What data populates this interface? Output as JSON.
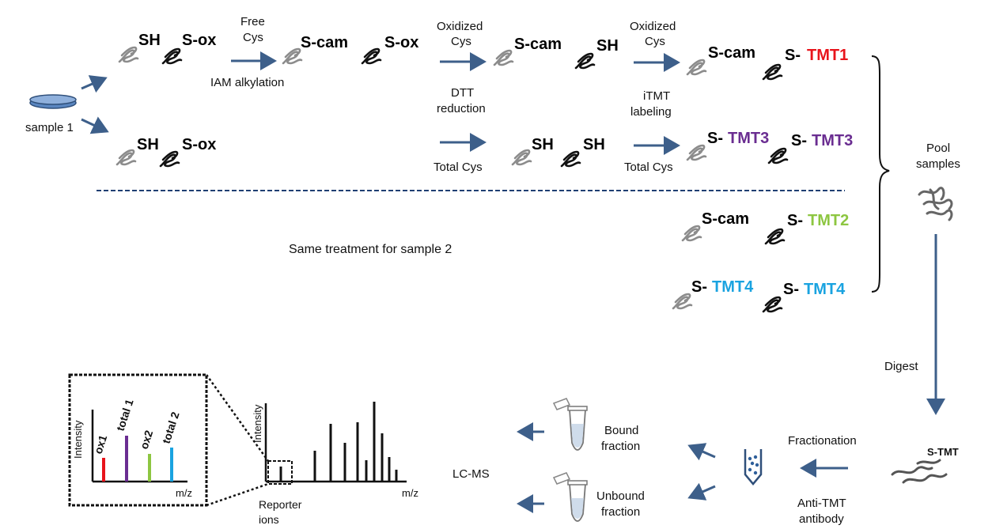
{
  "colors": {
    "arrow": "#3d5f8a",
    "peptide_gray": "#8c8c8c",
    "peptide_black": "#111111",
    "tmt1": "#e8141b",
    "tmt2": "#8dc641",
    "tmt3": "#6a2d91",
    "tmt4": "#1aa3e0",
    "dish": "#5a86c0"
  },
  "icons": [
    "dish-icon",
    "peptide-icon",
    "protein-cluster-icon",
    "column-icon",
    "tube-icon"
  ],
  "labels": {
    "sample1": "sample 1",
    "free_cys_1": "Free",
    "free_cys_2": "Cys",
    "iam": "IAM alkylation",
    "oxcys1_1": "Oxidized",
    "oxcys1_2": "Cys",
    "dtt_1": "DTT",
    "dtt_2": "reduction",
    "oxcys2_1": "Oxidized",
    "oxcys2_2": "Cys",
    "itmt_1": "iTMT",
    "itmt_2": "labeling",
    "total_cys_a": "Total Cys",
    "total_cys_b": "Total Cys",
    "same_treatment": "Same treatment for sample 2",
    "pool_1": "Pool",
    "pool_2": "samples",
    "digest": "Digest",
    "s_tmt": "S-TMT",
    "fractionation": "Fractionation",
    "antitmt_1": "Anti-TMT",
    "antitmt_2": "antibody",
    "bound_1": "Bound",
    "bound_2": "fraction",
    "unbound_1": "Unbound",
    "unbound_2": "fraction",
    "lcms": "LC-MS",
    "reporter_1": "Reporter",
    "reporter_2": "ions",
    "intensity": "Intensity",
    "mz": "m/z"
  },
  "groups": {
    "r1_sh": "SH",
    "r1_sox": "S-ox",
    "r2_scam": "S-cam",
    "r2_sox": "S-ox",
    "r3_scam": "S-cam",
    "r3_sh": "SH",
    "r4_scam": "S-cam",
    "r4_s": "S-",
    "r4_tmt": "TMT1",
    "t1_sh": "SH",
    "t1_sox": "S-ox",
    "t2_sh_a": "SH",
    "t2_sh_b": "SH",
    "t3_s_a": "S-",
    "t3_tmt_a": "TMT3",
    "t3_s_b": "S-",
    "t3_tmt_b": "TMT3",
    "s2a_scam": "S-cam",
    "s2a_s": "S-",
    "s2a_tmt": "TMT2",
    "s2b_s_a": "S-",
    "s2b_tmt_a": "TMT4",
    "s2b_s_b": "S-",
    "s2b_tmt_b": "TMT4"
  },
  "reporter_peaks": [
    "ox1",
    "total 1",
    "ox2",
    "total 2"
  ]
}
